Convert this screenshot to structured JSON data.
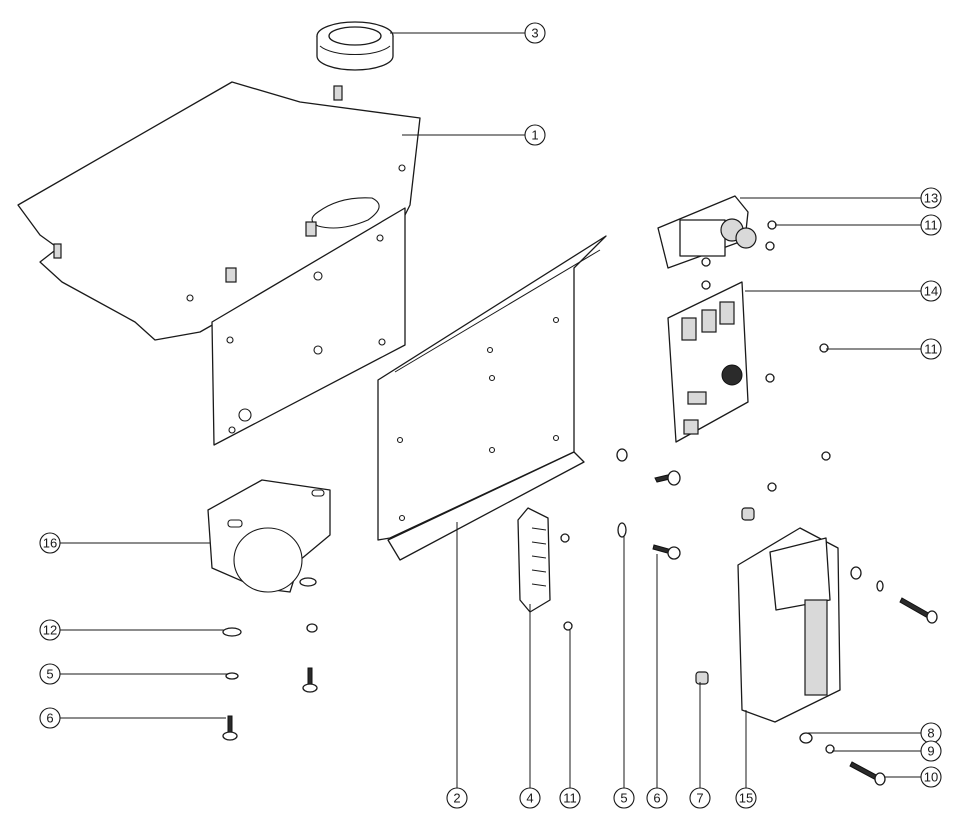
{
  "callouts": [
    {
      "id": "c3",
      "label": "3"
    },
    {
      "id": "c1",
      "label": "1"
    },
    {
      "id": "c13",
      "label": "13"
    },
    {
      "id": "c11a",
      "label": "11"
    },
    {
      "id": "c14",
      "label": "14"
    },
    {
      "id": "c11b",
      "label": "11"
    },
    {
      "id": "c16",
      "label": "16"
    },
    {
      "id": "c12",
      "label": "12"
    },
    {
      "id": "c5a",
      "label": "5"
    },
    {
      "id": "c6a",
      "label": "6"
    },
    {
      "id": "c8",
      "label": "8"
    },
    {
      "id": "c9",
      "label": "9"
    },
    {
      "id": "c10",
      "label": "10"
    },
    {
      "id": "c2",
      "label": "2"
    },
    {
      "id": "c4",
      "label": "4"
    },
    {
      "id": "c11c",
      "label": "11"
    },
    {
      "id": "c5b",
      "label": "5"
    },
    {
      "id": "c6b",
      "label": "6"
    },
    {
      "id": "c7",
      "label": "7"
    },
    {
      "id": "c15",
      "label": "15"
    }
  ]
}
